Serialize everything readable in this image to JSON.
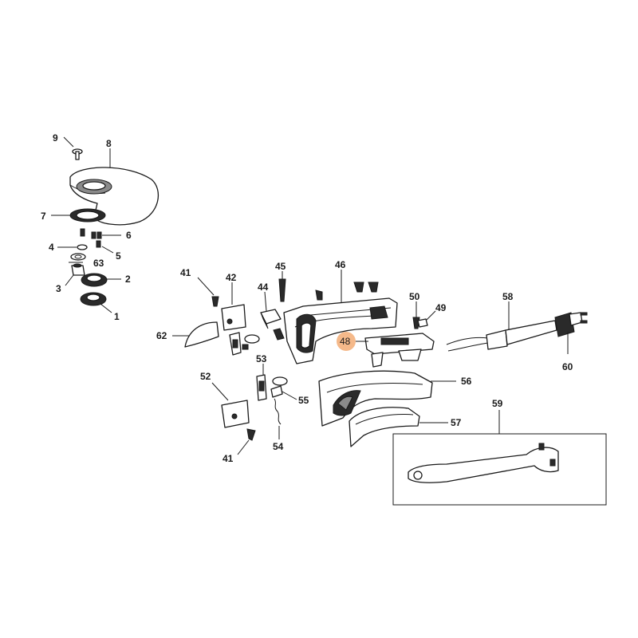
{
  "colors": {
    "highlight": "#f5b98a",
    "ink": "#1a1a1a",
    "background": "#ffffff"
  },
  "highlighted_part": "48",
  "labels": [
    {
      "id": "l9",
      "text": "9"
    },
    {
      "id": "l8",
      "text": "8"
    },
    {
      "id": "l7",
      "text": "7"
    },
    {
      "id": "l6",
      "text": "6"
    },
    {
      "id": "l4",
      "text": "4"
    },
    {
      "id": "l5",
      "text": "5"
    },
    {
      "id": "l63",
      "text": "63"
    },
    {
      "id": "l3",
      "text": "3"
    },
    {
      "id": "l2",
      "text": "2"
    },
    {
      "id": "l1",
      "text": "1"
    },
    {
      "id": "l41a",
      "text": "41"
    },
    {
      "id": "l42",
      "text": "42"
    },
    {
      "id": "l44",
      "text": "44"
    },
    {
      "id": "l45",
      "text": "45"
    },
    {
      "id": "l46",
      "text": "46"
    },
    {
      "id": "l50",
      "text": "50"
    },
    {
      "id": "l49",
      "text": "49"
    },
    {
      "id": "l58",
      "text": "58"
    },
    {
      "id": "l62",
      "text": "62"
    },
    {
      "id": "l48",
      "text": "48"
    },
    {
      "id": "l60",
      "text": "60"
    },
    {
      "id": "l53",
      "text": "53"
    },
    {
      "id": "l52",
      "text": "52"
    },
    {
      "id": "l55",
      "text": "55"
    },
    {
      "id": "l56",
      "text": "56"
    },
    {
      "id": "l59",
      "text": "59"
    },
    {
      "id": "l57",
      "text": "57"
    },
    {
      "id": "l54",
      "text": "54"
    },
    {
      "id": "l41b",
      "text": "41"
    }
  ]
}
